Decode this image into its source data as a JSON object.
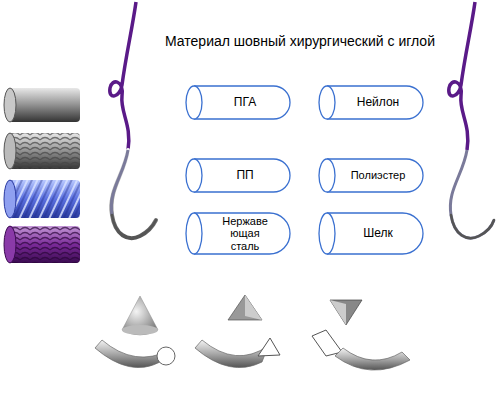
{
  "diagram": {
    "title": "Материал шовный хирургический с иглой",
    "nodes": [
      {
        "text": [
          "ПГА"
        ]
      },
      {
        "text": [
          "Нейлон"
        ]
      },
      {
        "text": [
          "ПП"
        ]
      },
      {
        "text": [
          "Полиэстер"
        ]
      },
      {
        "text": [
          "Нержаве ющая сталь"
        ]
      },
      {
        "text": [
          "Шелк"
        ]
      }
    ]
  }
}
